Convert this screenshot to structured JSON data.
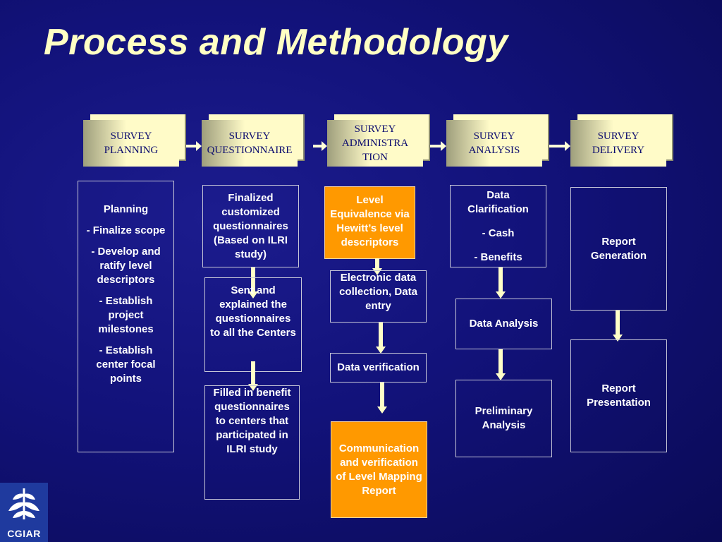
{
  "title": "Process and Methodology",
  "stages": [
    {
      "label": "SURVEY\nPLANNING"
    },
    {
      "label": "SURVEY\nQUESTIONNAIRE"
    },
    {
      "label": "SURVEY\nADMINISTRA\nTION"
    },
    {
      "label": "SURVEY\nANALYSIS"
    },
    {
      "label": "SURVEY\nDELIVERY"
    }
  ],
  "planning": {
    "heading": "Planning",
    "items": [
      "- Finalize scope",
      "- Develop and ratify level descriptors",
      "- Establish project milestones",
      "- Establish center focal points"
    ]
  },
  "questionnaire": {
    "step1": "Finalized customized questionnaires (Based on ILRI study)",
    "step2": "Sent and explained the questionnaires to all the Centers",
    "step3": "Filled in benefit questionnaires to centers that participated in ILRI study"
  },
  "administration": {
    "step1": "Level Equivalence via Hewitt’s level descriptors",
    "step2": "Electronic data collection, Data entry",
    "step3": "Data verification",
    "step4": "Communication and verification of Level Mapping Report"
  },
  "analysis": {
    "step1_title": "Data Clarification",
    "step1_item1": "- Cash",
    "step1_item2": "- Benefits",
    "step2": "Data Analysis",
    "step3": "Preliminary Analysis"
  },
  "delivery": {
    "step1": "Report Generation",
    "step2": "Report Presentation"
  },
  "logo": {
    "text": "CGIAR"
  },
  "colors": {
    "background": "#12127a",
    "stage_fill": "#fffbc8",
    "highlight": "#ff9900",
    "title": "#ffffc4"
  }
}
